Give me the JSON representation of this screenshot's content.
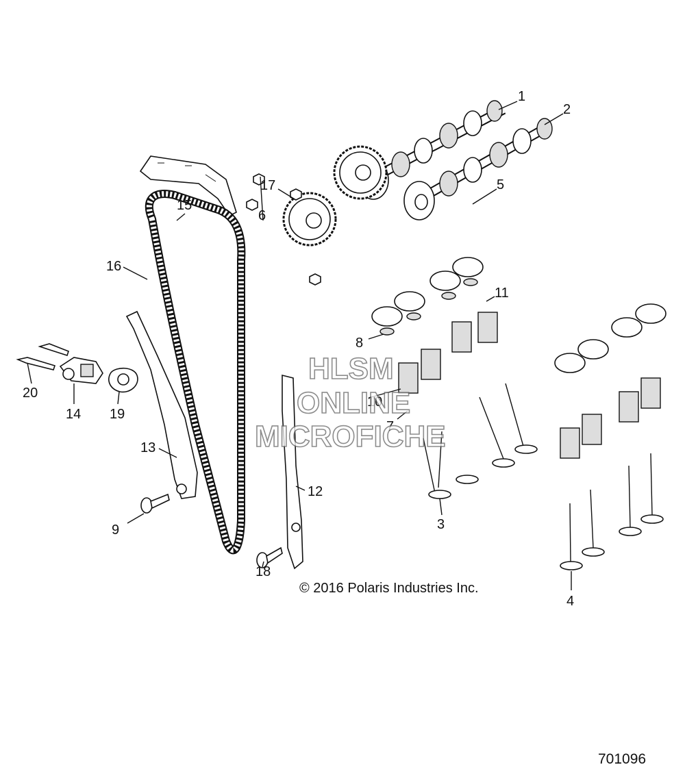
{
  "callouts": [
    "1",
    "2",
    "3",
    "4",
    "5",
    "6",
    "7",
    "8",
    "9",
    "10",
    "11",
    "12",
    "13",
    "14",
    "15",
    "16",
    "17",
    "18",
    "19",
    "20"
  ],
  "watermark": {
    "line1": "HLSM",
    "line2": "ONLINE",
    "line3": "MICROFICHE"
  },
  "copyright": "© 2016 Polaris Industries Inc.",
  "doc_number": "701096"
}
